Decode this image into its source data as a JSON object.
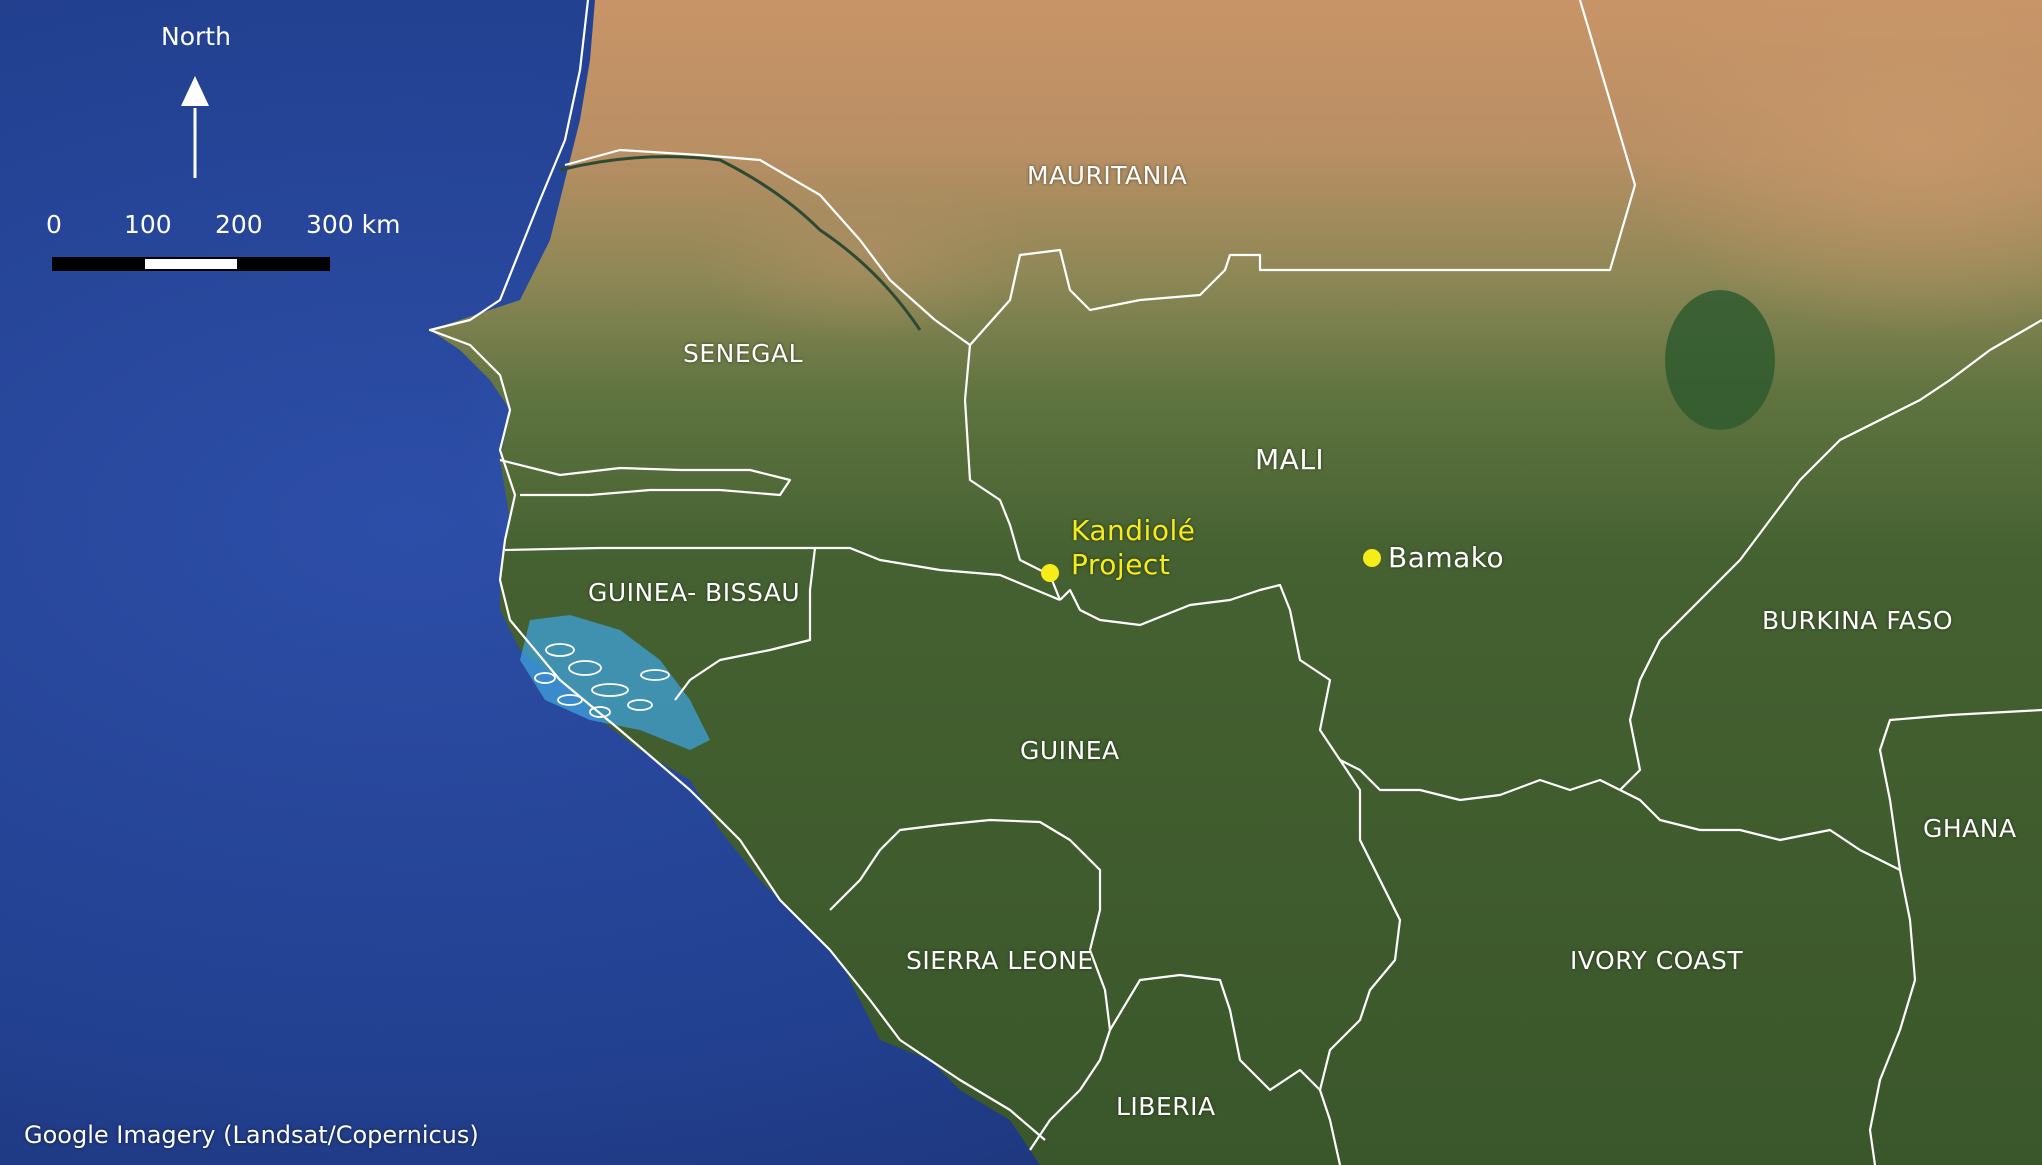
{
  "map": {
    "countries": {
      "mauritania": "MAURITANIA",
      "senegal": "SENEGAL",
      "mali": "MALI",
      "guinea_bissau": "GUINEA- BISSAU",
      "guinea": "GUINEA",
      "burkina_faso": "BURKINA FASO",
      "ghana": "GHANA",
      "sierra_leone": "SIERRA LEONE",
      "ivory_coast": "IVORY COAST",
      "liberia": "LIBERIA"
    },
    "markers": {
      "project_line1": "Kandiolé",
      "project_line2": "Project",
      "bamako": "Bamako"
    },
    "north_label": "North",
    "scale_bar": {
      "ticks": [
        "0",
        "100",
        "200",
        "300 km"
      ]
    },
    "credit": "Google Imagery (Landsat/Copernicus)",
    "colors": {
      "ocean": "#26449a",
      "desert": "#c49064",
      "vegetation": "#3e5a2c",
      "border": "#ffffff",
      "marker": "#f5ec1a"
    }
  }
}
